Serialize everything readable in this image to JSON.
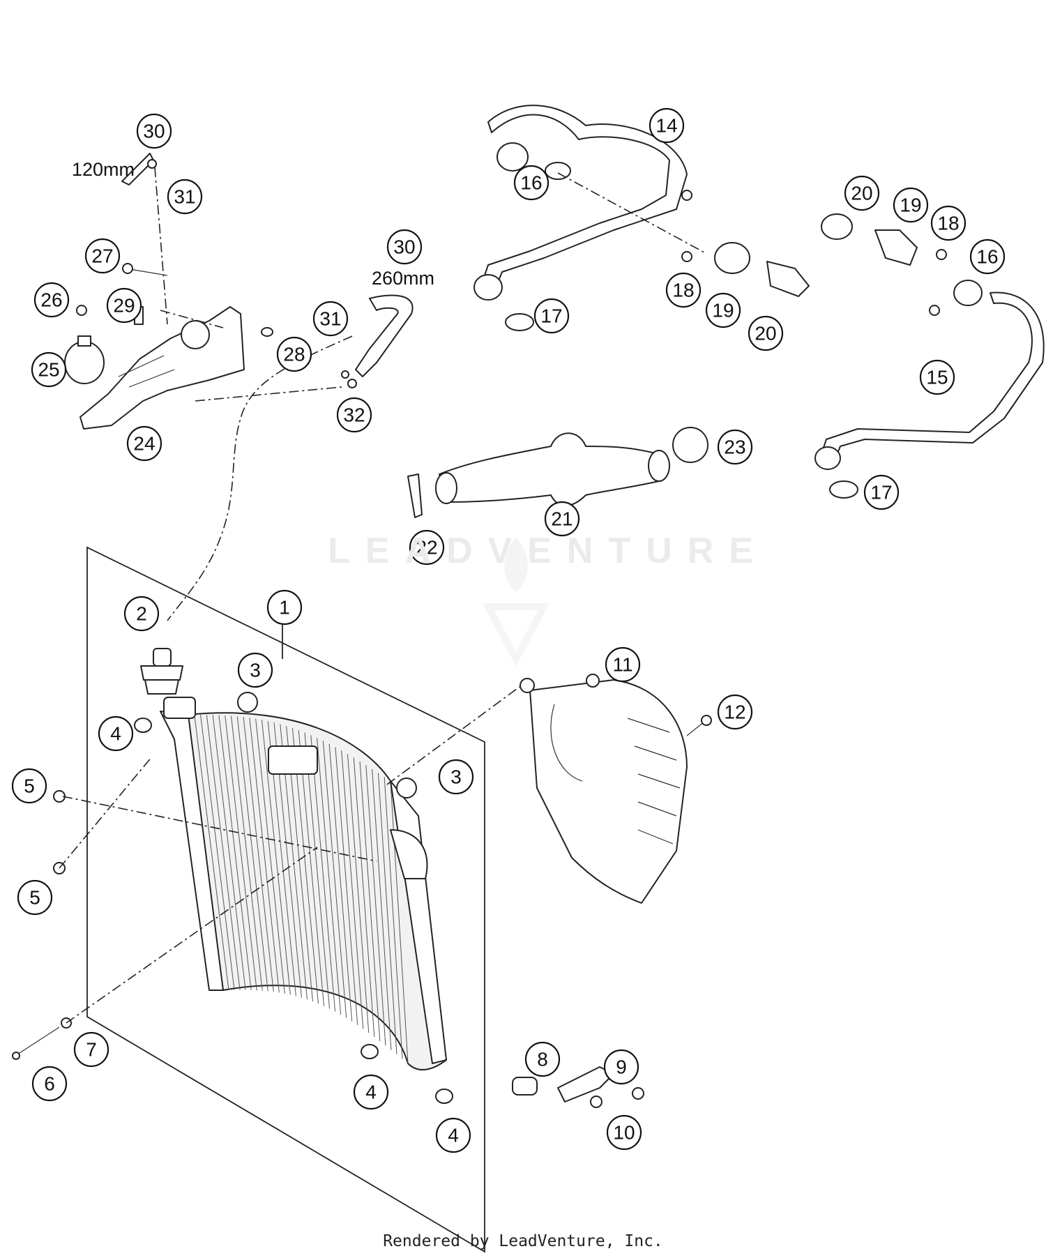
{
  "footer": "Rendered by LeadVenture, Inc.",
  "watermark": "LEADVENTURE",
  "dimensions": [
    "120mm",
    "260mm"
  ],
  "callouts": [
    "1",
    "2",
    "3",
    "3",
    "4",
    "4",
    "4",
    "5",
    "5",
    "6",
    "7",
    "8",
    "9",
    "10",
    "11",
    "12",
    "14",
    "15",
    "16",
    "16",
    "17",
    "17",
    "18",
    "18",
    "19",
    "19",
    "20",
    "20",
    "21",
    "22",
    "23",
    "24",
    "25",
    "26",
    "27",
    "28",
    "29",
    "30",
    "30",
    "31",
    "31",
    "32"
  ]
}
